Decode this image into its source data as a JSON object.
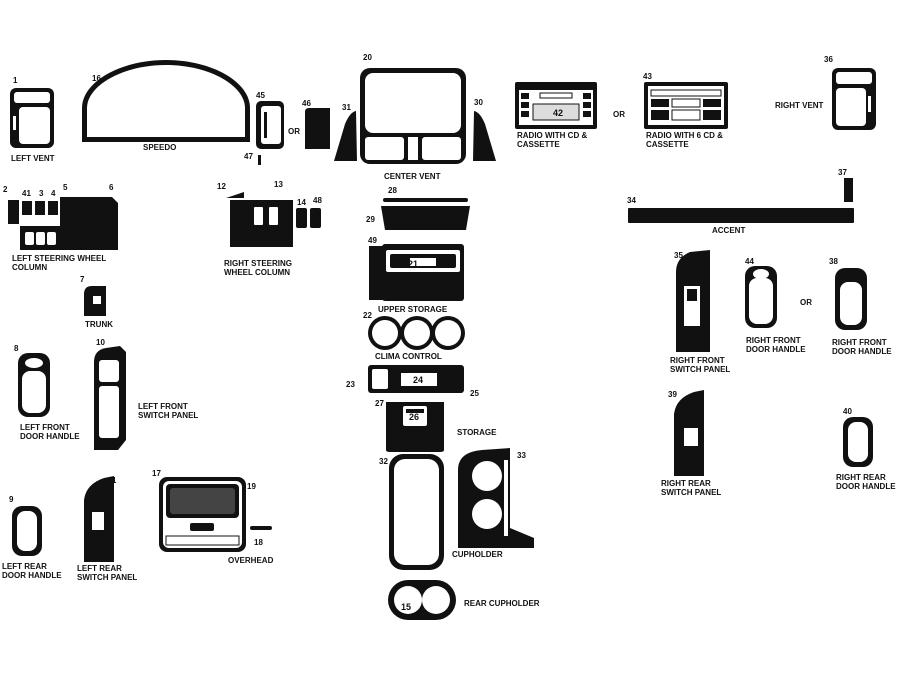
{
  "numbers": {
    "n1": "1",
    "n2": "2",
    "n3": "3",
    "n4": "4",
    "n5": "5",
    "n6": "6",
    "n7": "7",
    "n8": "8",
    "n9": "9",
    "n10": "10",
    "n11": "11",
    "n12": "12",
    "n13": "13",
    "n14": "14",
    "n15": "15",
    "n16": "16",
    "n17": "17",
    "n18": "18",
    "n19": "19",
    "n20": "20",
    "n21": "21",
    "n22": "22",
    "n23": "23",
    "n24": "24",
    "n25": "25",
    "n26": "26",
    "n27": "27",
    "n28": "28",
    "n29": "29",
    "n30": "30",
    "n31": "31",
    "n32": "32",
    "n33": "33",
    "n34": "34",
    "n35": "35",
    "n36": "36",
    "n37": "37",
    "n38": "38",
    "n39": "39",
    "n40": "40",
    "n41": "41",
    "n42": "42",
    "n43": "43",
    "n44": "44",
    "n45": "45",
    "n46": "46",
    "n47": "47",
    "n48": "48",
    "n49": "49"
  },
  "labels": {
    "left_vent": "LEFT VENT",
    "speedo": "SPEEDO",
    "or1": "OR",
    "center_vent": "CENTER VENT",
    "radio_cd_cassette_1": "RADIO WITH CD &",
    "radio_cd_cassette_2": "CASSETTE",
    "or2": "OR",
    "radio_6cd_1": "RADIO WITH 6 CD &",
    "radio_6cd_2": "CASSETTE",
    "right_vent": "RIGHT VENT",
    "left_sw_1": "LEFT STEERING WHEEL",
    "left_sw_2": "COLUMN",
    "right_sw_1": "RIGHT STEERING",
    "right_sw_2": "WHEEL COLUMN",
    "accent": "ACCENT",
    "trunk": "TRUNK",
    "upper_storage": "UPPER STORAGE",
    "clima_control": "CLIMA CONTROL",
    "right_front_sw_1": "RIGHT FRONT",
    "right_front_sw_2": "SWITCH PANEL",
    "right_front_dh_1": "RIGHT FRONT",
    "right_front_dh_2": "DOOR HANDLE",
    "or3": "OR",
    "right_front_dh_b_1": "RIGHT FRONT",
    "right_front_dh_b_2": "DOOR HANDLE",
    "left_front_dh_1": "LEFT FRONT",
    "left_front_dh_2": "DOOR HANDLE",
    "left_front_sw_1": "LEFT FRONT",
    "left_front_sw_2": "SWITCH PANEL",
    "storage": "STORAGE",
    "right_rear_sw_1": "RIGHT REAR",
    "right_rear_sw_2": "SWITCH PANEL",
    "right_rear_dh_1": "RIGHT REAR",
    "right_rear_dh_2": "DOOR HANDLE",
    "left_rear_dh_1": "LEFT REAR",
    "left_rear_dh_2": "DOOR HANDLE",
    "left_rear_sw_1": "LEFT REAR",
    "left_rear_sw_2": "SWITCH PANEL",
    "overhead": "OVERHEAD",
    "cupholder": "CUPHOLDER",
    "rear_cupholder": "REAR CUPHOLDER"
  }
}
